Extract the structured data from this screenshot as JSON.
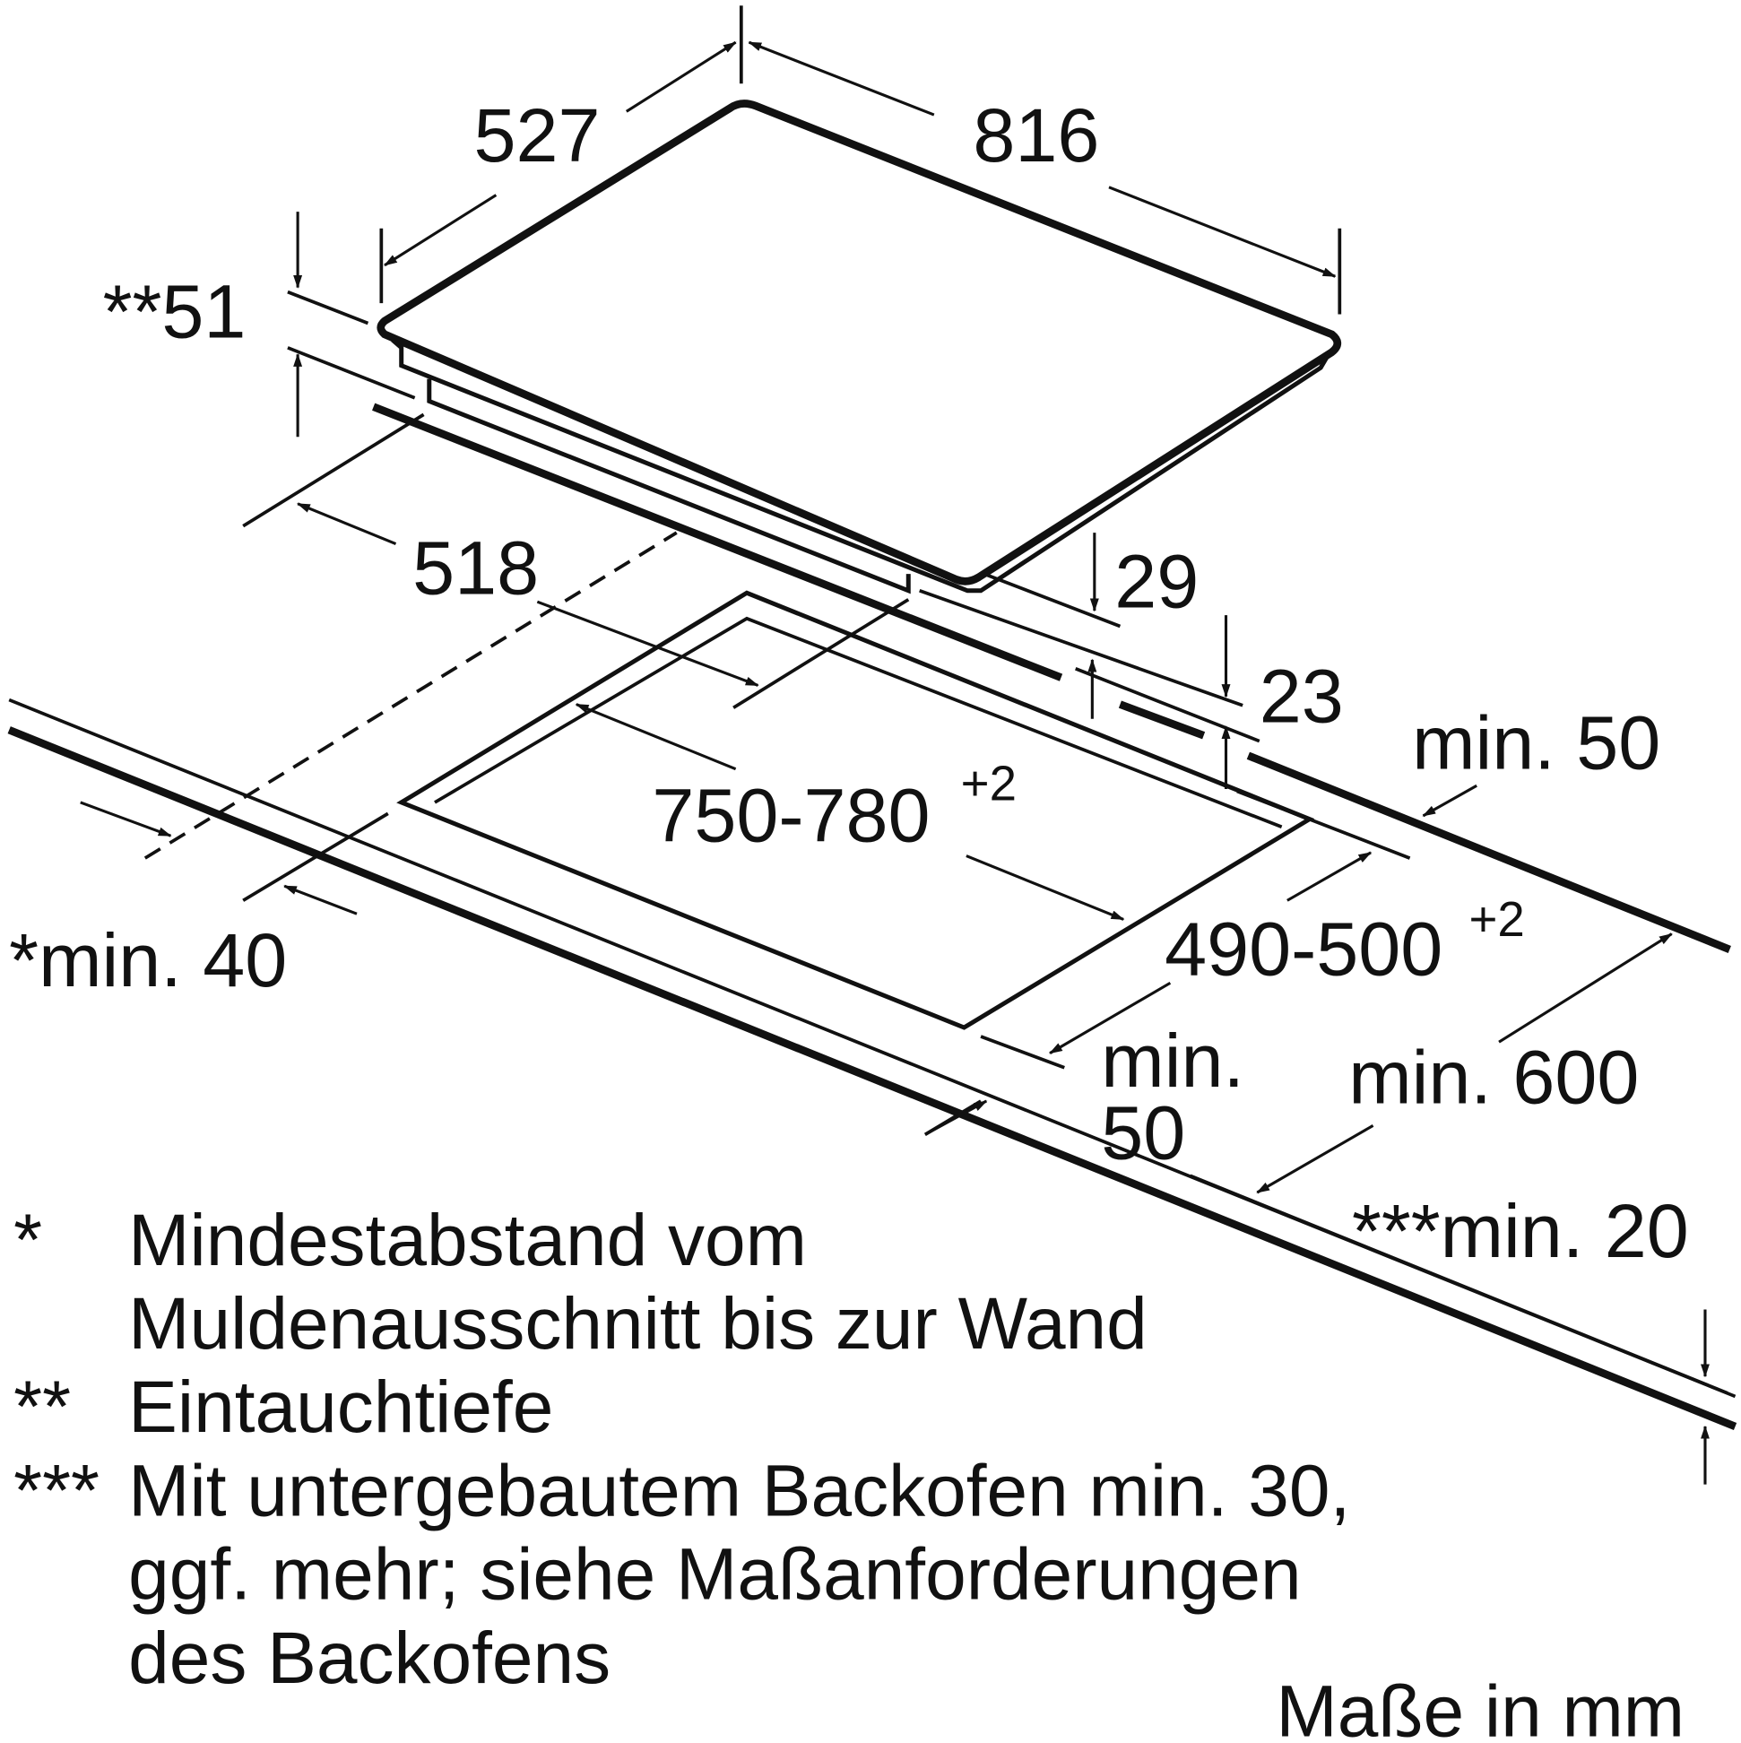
{
  "dimensions": {
    "hob_depth": "527",
    "hob_width": "816",
    "immersion_depth": "**51",
    "hob_inner_depth": "518",
    "hob_height_front": "29",
    "worktop_step": "23",
    "min_back": "min. 50",
    "cutout_width": "750-780",
    "cutout_width_tolerance": "+2",
    "cutout_depth": "490-500",
    "cutout_depth_tolerance": "+2",
    "min_wall": "*min. 40",
    "min_front_line1": "min.",
    "min_front_line2": "50",
    "min_worktop_depth": "min. 600",
    "min_worktop_thickness": "***min. 20"
  },
  "footnotes": [
    {
      "marker": "*",
      "lines": [
        "Mindestabstand vom",
        "Muldenausschnitt bis zur Wand"
      ]
    },
    {
      "marker": "**",
      "lines": [
        "Eintauchtiefe"
      ]
    },
    {
      "marker": "***",
      "lines": [
        "Mit untergebautem Backofen min. 30,",
        "ggf. mehr; siehe Maßanforderungen",
        "des Backofens"
      ]
    }
  ],
  "units_note": "Maße in mm"
}
